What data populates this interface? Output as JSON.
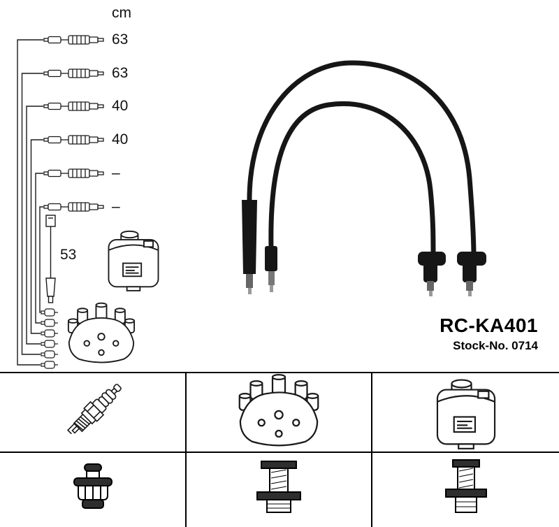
{
  "product": {
    "part_number": "RC-KA401",
    "stock_number": "Stock-No. 0714"
  },
  "measurements": {
    "unit": "cm",
    "cable_lengths": [
      "63",
      "63",
      "40",
      "40",
      "–",
      "–"
    ],
    "coil_wire_length": "53"
  },
  "legend": {
    "row1": [
      {
        "name": "spark-plug"
      },
      {
        "name": "distributor-cap"
      },
      {
        "name": "ignition-coil"
      }
    ],
    "row2": [
      {
        "name": "spark-plug-terminal"
      },
      {
        "name": "distributor-terminal"
      },
      {
        "name": "ignition-coil-terminal"
      }
    ]
  }
}
